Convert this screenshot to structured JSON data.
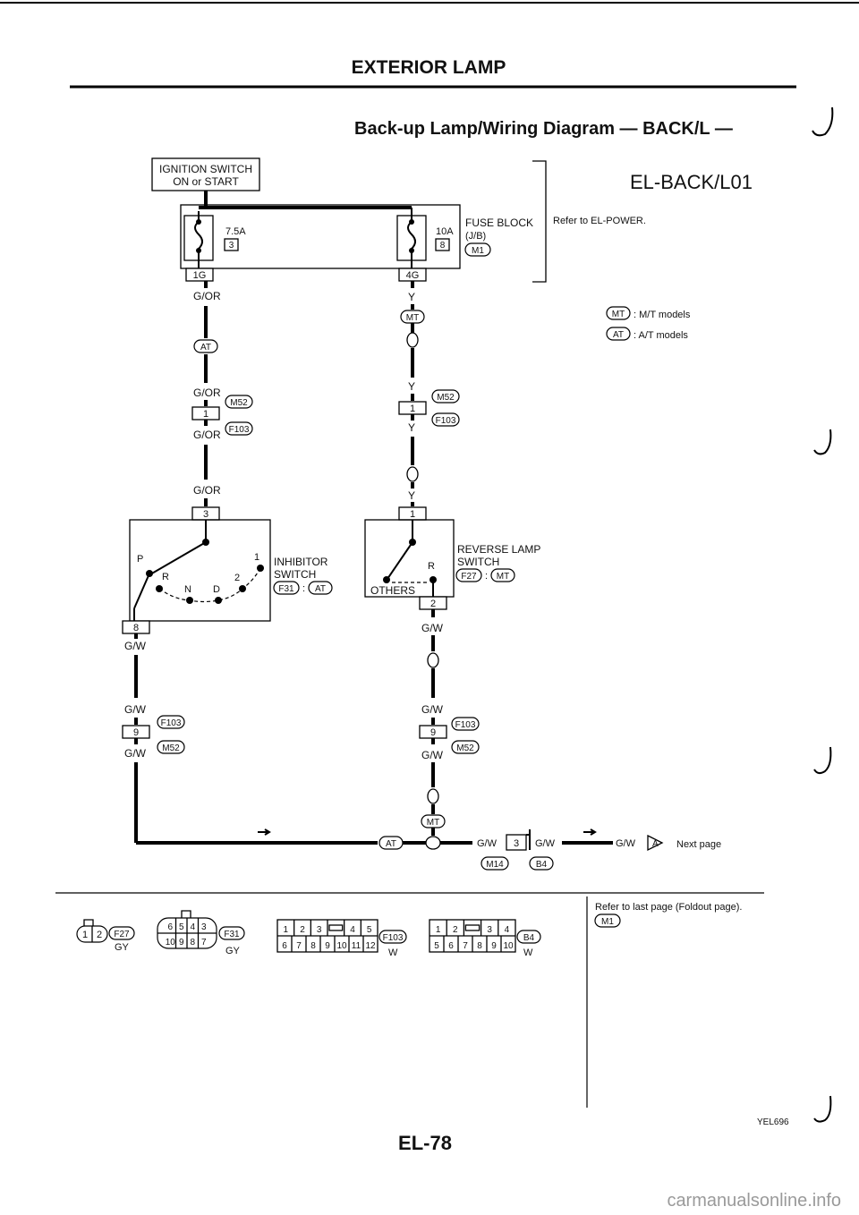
{
  "header": {
    "section": "EXTERIOR LAMP",
    "subtitle": "Back-up Lamp/Wiring Diagram — BACK/L —",
    "code": "EL-BACK/L01"
  },
  "power": {
    "ignition_line1": "IGNITION SWITCH",
    "ignition_line2": "ON or START",
    "fuse1_rating": "7.5A",
    "fuse1_num": "3",
    "fuse2_rating": "10A",
    "fuse2_num": "8",
    "fuse_block_label": "FUSE BLOCK",
    "fuse_block_sub": "(J/B)",
    "fuse_block_conn": "M1",
    "refer_power": "Refer to EL-POWER.",
    "term_1g": "1G",
    "term_4g": "4G"
  },
  "legend": {
    "mt_tag": "MT",
    "mt_text": ": M/T models",
    "at_tag": "AT",
    "at_text": ": A/T models"
  },
  "left_branch": {
    "wire_gor": "G/OR",
    "at_tag": "AT",
    "conn_m52": "M52",
    "conn_f103": "F103",
    "pin1": "1",
    "pin3": "3",
    "inhibitor_line1": "INHIBITOR",
    "inhibitor_line2": "SWITCH",
    "inhibitor_conn": "F31",
    "inhibitor_tag": "AT",
    "pos_p": "P",
    "pos_r": "R",
    "pos_n": "N",
    "pos_d": "D",
    "pos_1": "1",
    "pos_2": "2",
    "pin8": "8",
    "wire_gw": "G/W",
    "pin9": "9"
  },
  "right_branch": {
    "wire_y": "Y",
    "mt_tag": "MT",
    "conn_m52": "M52",
    "conn_f103": "F103",
    "pin1": "1",
    "reverse_line1": "REVERSE LAMP",
    "reverse_line2": "SWITCH",
    "reverse_conn": "F27",
    "reverse_tag": "MT",
    "pos_r": "R",
    "others": "OTHERS",
    "pin2": "2",
    "wire_gw": "G/W",
    "pin9": "9"
  },
  "bottom": {
    "at_tag": "AT",
    "mt_tag": "MT",
    "wire_gw": "G/W",
    "pin3": "3",
    "conn_m14": "M14",
    "conn_b4": "B4",
    "node_a": "A",
    "next_page": "Next page"
  },
  "connectors": {
    "refer_last": "Refer to last page (Foldout page).",
    "refer_conn": "M1",
    "c1": {
      "name": "F27",
      "color": "GY",
      "pins": [
        "1",
        "2"
      ]
    },
    "c2": {
      "name": "F31",
      "color": "GY",
      "top": [
        "6",
        "5",
        "4",
        "3"
      ],
      "bottom": [
        "10",
        "9",
        "8",
        "7"
      ]
    },
    "c3": {
      "name": "F103",
      "color": "W",
      "top": [
        "1",
        "2",
        "3",
        "",
        "4",
        "5"
      ],
      "bottom": [
        "6",
        "7",
        "8",
        "9",
        "10",
        "11",
        "12"
      ]
    },
    "c4": {
      "name": "B4",
      "color": "W",
      "top": [
        "1",
        "2",
        "",
        "3",
        "4"
      ],
      "bottom": [
        "5",
        "6",
        "7",
        "8",
        "9",
        "10"
      ]
    }
  },
  "footer": {
    "page_number": "EL-78",
    "ref_code": "YEL696",
    "watermark": "carmanualsonline.info"
  }
}
